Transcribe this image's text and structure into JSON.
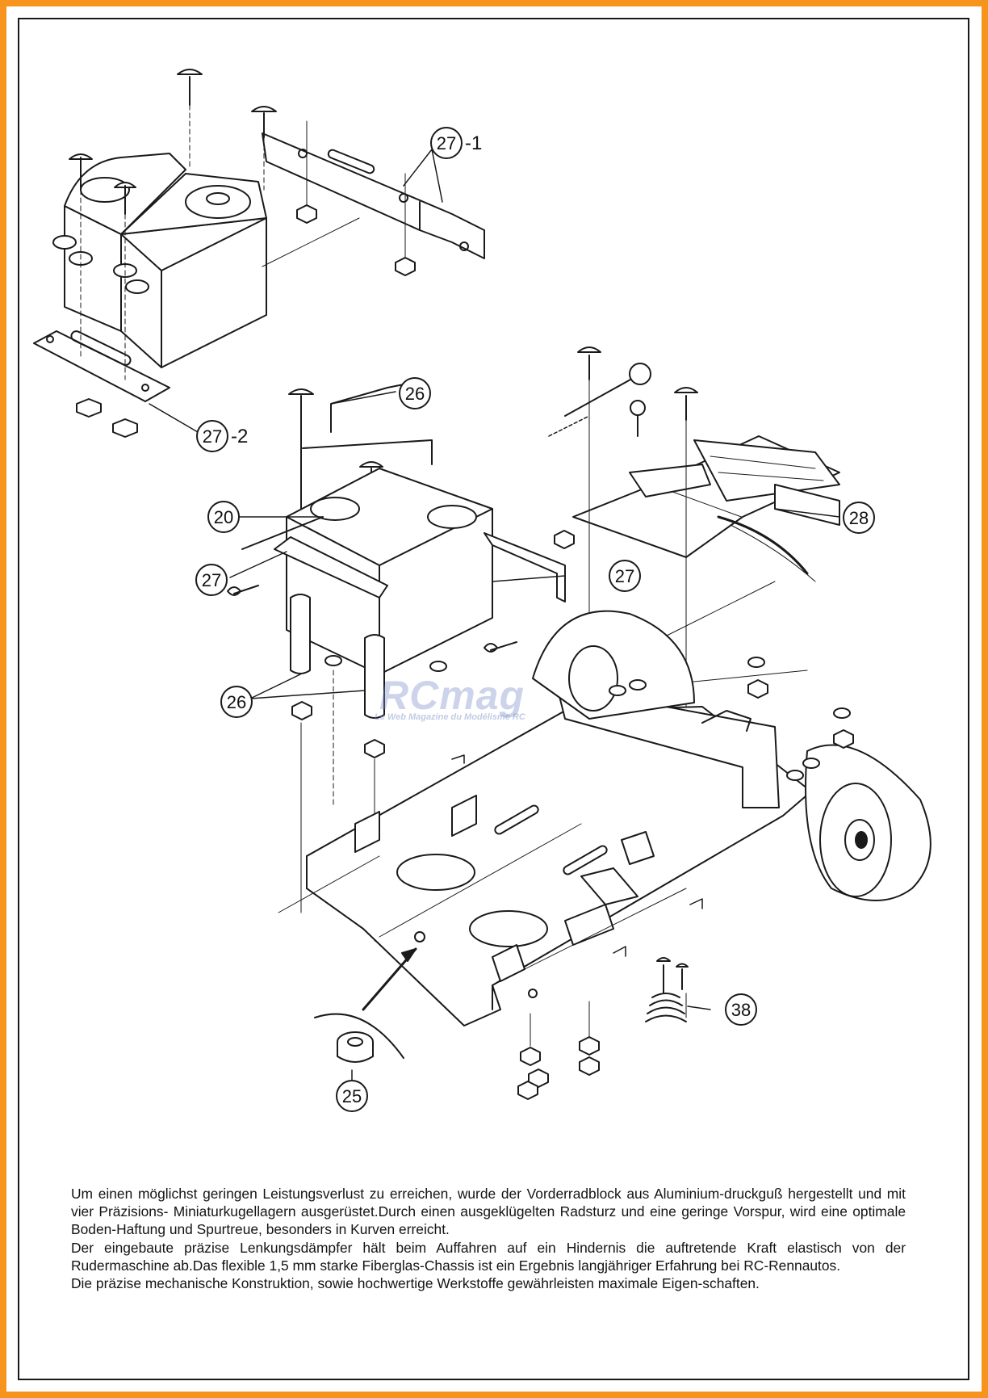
{
  "callouts": [
    {
      "id": "c27_1",
      "label": "27",
      "suffix": "-1"
    },
    {
      "id": "c27_2",
      "label": "27",
      "suffix": "-2"
    },
    {
      "id": "c26_top",
      "label": "26"
    },
    {
      "id": "c20",
      "label": "20"
    },
    {
      "id": "c27_left",
      "label": "27"
    },
    {
      "id": "c27_right",
      "label": "27"
    },
    {
      "id": "c28",
      "label": "28"
    },
    {
      "id": "c26_bottom",
      "label": "26"
    },
    {
      "id": "c38",
      "label": "38"
    },
    {
      "id": "c25",
      "label": "25"
    }
  ],
  "watermark": {
    "main": "RCmag",
    "sub": "Le Web Magazine du Modélisme RC"
  },
  "description": {
    "paragraph1": "Um einen möglichst geringen Leistungsverlust zu erreichen, wurde der Vorderradblock aus Aluminium-druckguß hergestellt und mit vier Präzisions- Miniaturkugellagern ausgerüstet.Durch einen ausgeklügelten Radsturz und eine geringe Vorspur, wird eine optimale Boden-Haftung und Spurtreue, besonders in Kurven erreicht.",
    "paragraph2": "Der eingebaute präzise Lenkungsdämpfer hält beim Auffahren auf ein Hindernis die auftretende Kraft elastisch von der Rudermaschine ab.Das flexible 1,5 mm starke Fiberglas-Chassis ist ein Ergebnis langjähriger Erfahrung bei RC-Rennautos.",
    "paragraph3": "Die präzise mechanische Konstruktion, sowie hochwertige Werkstoffe gewährleisten maximale Eigen-schaften."
  },
  "colors": {
    "frame": "#f7941d",
    "ink": "#141414",
    "paper": "#ffffff"
  }
}
